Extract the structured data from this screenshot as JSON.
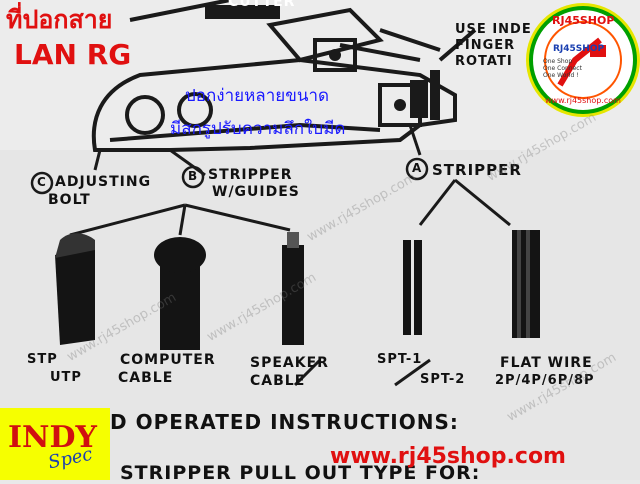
{
  "top_left": {
    "line1": "ที่ปอกสาย",
    "line2": "LAN RG"
  },
  "overlay": {
    "line1": "ปอกง่ายหลายขนาด",
    "line2": "มีสกรูปรับความลึกใบมีด"
  },
  "diagram": {
    "cutter": "CUTTER",
    "use_index": "USE INDE",
    "finger": "FINGER",
    "rotation": "ROTATI",
    "adjusting_letter": "C",
    "adjusting_bolt": [
      "ADJUSTING",
      "BOLT"
    ],
    "b_letter": "B",
    "stripper_guides": [
      "STRIPPER",
      "W/GUIDES"
    ],
    "a_letter": "A",
    "stripper": "STRIPPER"
  },
  "cables": {
    "stp": "STP",
    "utp": "UTP",
    "computer": [
      "COMPUTER",
      "CABLE"
    ],
    "speaker": [
      "SPEAKER",
      "CABLE"
    ],
    "spt1": "SPT-1",
    "spt2": "SPT-2",
    "flat": [
      "FLAT WIRE",
      "2P/4P/6P/8P"
    ]
  },
  "instructions": {
    "operated": "D OPERATED INSTRUCTIONS:",
    "pull_out": "STRIPPER PULL OUT TYPE FOR:"
  },
  "logo": {
    "ring_text": "RJ45SHOP",
    "inner_text": "RJ45SHOP",
    "tagline": [
      "One Shop",
      "One Connect",
      "One World !"
    ],
    "url": "www.rj45shop.com"
  },
  "brand": {
    "main": "INDY",
    "sub": "Spec"
  },
  "website": "www.rj45shop.com",
  "watermark": "www.rj45shop.com",
  "colors": {
    "red": "#e01010",
    "blue": "#1a1aff",
    "yellow": "#f6ff00",
    "paper": "#e9e9e9"
  }
}
